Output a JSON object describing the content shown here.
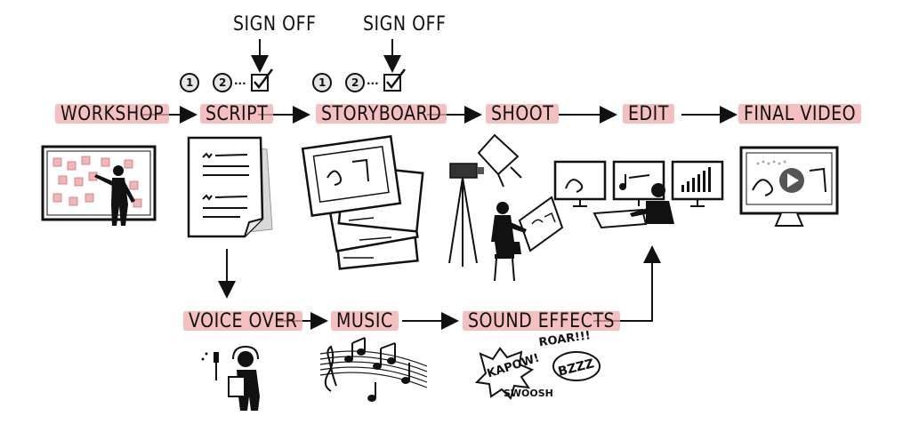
{
  "stages": {
    "workshop": "WORKSHOP",
    "script": "SCRIPT",
    "storyboard": "STORYBOARD",
    "shoot": "SHOOT",
    "edit": "EDIT",
    "final_video": "FINAL VIDEO",
    "voice_over": "VOICE OVER",
    "music": "MUSIC",
    "sound_effects": "SOUND EFFECTS"
  },
  "signoff": {
    "script": "SIGN OFF",
    "storyboard": "SIGN OFF"
  },
  "review_steps": {
    "first": "1",
    "second": "2",
    "dots": "..."
  },
  "sfx_words": {
    "kapow": "KAPOW!",
    "roar": "ROAR!!!",
    "bzzz": "BZZZ",
    "swoosh": "SWOOSH"
  },
  "colors": {
    "highlight": "#f0aaaa",
    "ink": "#111111",
    "gray_fill": "#d9d9d9",
    "sticky_note": "#f2b6b6"
  }
}
